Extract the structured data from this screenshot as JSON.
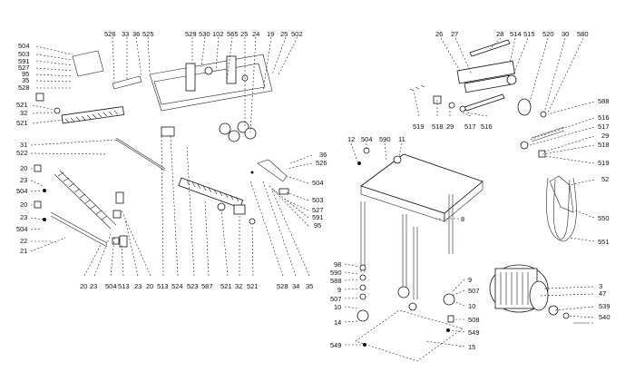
{
  "labels": {
    "top_left": [
      "526",
      "33",
      "36",
      "525",
      "529",
      "530",
      "102",
      "565",
      "25",
      "24",
      "19",
      "25",
      "502"
    ],
    "left_col": [
      "504",
      "503",
      "591",
      "527",
      "95",
      "35",
      "528",
      "521",
      "32",
      "521",
      "31",
      "522",
      "20",
      "23",
      "504",
      "20",
      "23",
      "504",
      "22",
      "21"
    ],
    "bottom_left": [
      "20",
      "23",
      "504",
      "513",
      "23",
      "20",
      "513",
      "524",
      "523",
      "587",
      "521",
      "32",
      "521",
      "528",
      "34",
      "35"
    ],
    "mid_right": [
      "36",
      "526",
      "504",
      "503",
      "527",
      "591",
      "95"
    ],
    "top_right": [
      "26",
      "27",
      "28",
      "514",
      "515",
      "520",
      "30",
      "580",
      "588",
      "516",
      "517",
      "29",
      "518",
      "519",
      "52",
      "550",
      "551"
    ],
    "right_mid": [
      "519",
      "518",
      "29",
      "517",
      "516",
      "12",
      "504",
      "590",
      "11",
      "8"
    ],
    "bottom_right": [
      "98",
      "590",
      "588",
      "9",
      "507",
      "10",
      "14",
      "549",
      "9",
      "507",
      "10",
      "508",
      "549",
      "15",
      "3",
      "47",
      "539",
      "540"
    ]
  }
}
